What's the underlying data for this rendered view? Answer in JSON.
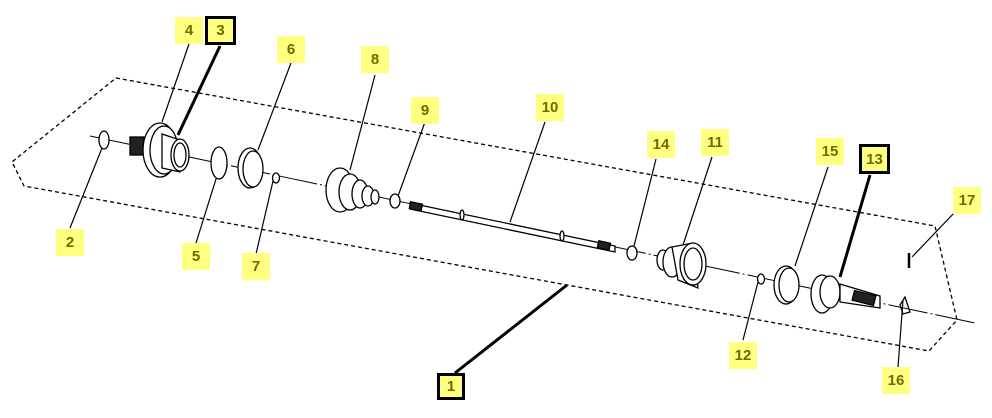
{
  "diagram": {
    "callouts": [
      {
        "id": "1",
        "label": "1",
        "primary": true
      },
      {
        "id": "2",
        "label": "2",
        "primary": false
      },
      {
        "id": "3",
        "label": "3",
        "primary": true
      },
      {
        "id": "4",
        "label": "4",
        "primary": false
      },
      {
        "id": "5",
        "label": "5",
        "primary": false
      },
      {
        "id": "6",
        "label": "6",
        "primary": false
      },
      {
        "id": "7",
        "label": "7",
        "primary": false
      },
      {
        "id": "8",
        "label": "8",
        "primary": false
      },
      {
        "id": "9",
        "label": "9",
        "primary": false
      },
      {
        "id": "10",
        "label": "10",
        "primary": false
      },
      {
        "id": "11",
        "label": "11",
        "primary": false
      },
      {
        "id": "12",
        "label": "12",
        "primary": false
      },
      {
        "id": "13",
        "label": "13",
        "primary": true
      },
      {
        "id": "14",
        "label": "14",
        "primary": false
      },
      {
        "id": "15",
        "label": "15",
        "primary": false
      },
      {
        "id": "16",
        "label": "16",
        "primary": false
      },
      {
        "id": "17",
        "label": "17",
        "primary": false
      }
    ],
    "colors": {
      "callout_fill": "#ffff80",
      "callout_text": "#6b6b00",
      "line": "#000000"
    }
  }
}
